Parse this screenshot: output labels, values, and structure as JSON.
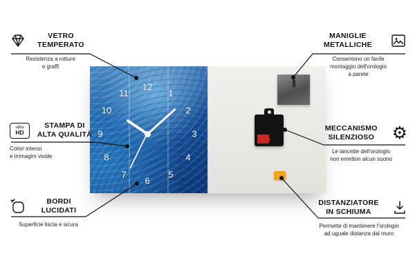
{
  "product": {
    "type": "glass wall clock infographic",
    "accent_blue": "#1d5ca6",
    "foam_orange": "#f2a41f"
  },
  "clock": {
    "numerals": [
      "12",
      "1",
      "2",
      "3",
      "4",
      "5",
      "6",
      "7",
      "8",
      "9",
      "10",
      "11"
    ]
  },
  "callouts": {
    "vetro": {
      "title1": "VETRO",
      "title2": "TEMPERATO",
      "desc1": "Resistenza a rotture",
      "desc2": "e graffi"
    },
    "stampa": {
      "title1": "STAMPA DI",
      "title2": "ALTA QUALITÀ",
      "desc1": "Colori intensi",
      "desc2": "e immagini vivide",
      "badge_top": "ultra",
      "badge_bottom": "HD"
    },
    "bordi": {
      "title1": "BORDI",
      "title2": "LUCIDATI",
      "desc1": "Superficie liscia e sicura"
    },
    "maniglie": {
      "title1": "MANIGLIE",
      "title2": "METALLICHE",
      "desc1": "Consentono un facile",
      "desc2": "montaggio dell'orologio",
      "desc3": "a parete"
    },
    "meccanismo": {
      "title1": "MECCANISMO",
      "title2": "SILENZIOSO",
      "desc1": "Le lancette dell'orologio",
      "desc2": "non emetton alcun suono"
    },
    "distanziatore": {
      "title1": "DISTANZIATORE",
      "title2": "IN SCHIUMA",
      "desc1": "Permette di mantenere l'orologio",
      "desc2": "ad uguale distanza dal muro"
    }
  },
  "icons": {
    "gear": "⚙"
  }
}
